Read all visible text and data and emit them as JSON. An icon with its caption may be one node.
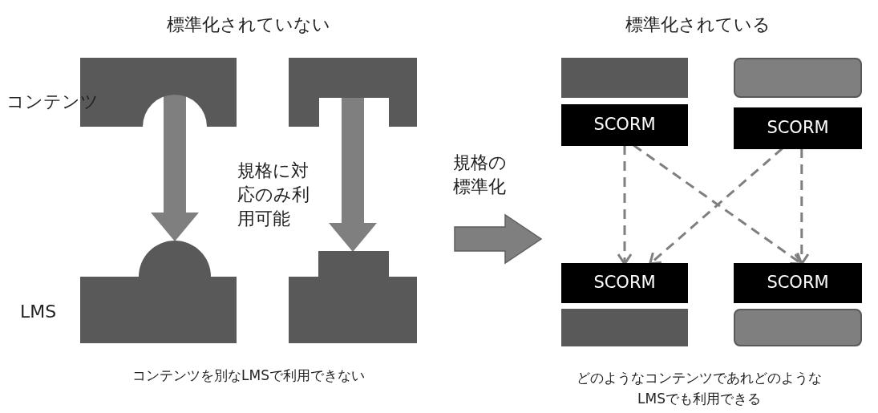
{
  "diagram": {
    "nodes": [
      {
        "text": [],
        "shape": "box"
      },
      {
        "text": [],
        "shape": "box"
      },
      {
        "text": [],
        "shape": "box"
      },
      {
        "text": [],
        "shape": "box"
      },
      {
        "text": [],
        "shape": "box"
      },
      {
        "text": [
          "SCORM"
        ]
      },
      {
        "text": [],
        "shape": "box"
      },
      {
        "text": [
          "SCORM"
        ]
      },
      {
        "text": [
          "SCORM"
        ]
      },
      {
        "text": [],
        "shape": "box"
      },
      {
        "text": [
          "SCORM"
        ]
      },
      {
        "text": [],
        "shape": "box"
      }
    ],
    "edges": [
      {
        "from": 0,
        "to": 2,
        "arrow": "to",
        "style": "thick"
      },
      {
        "from": 1,
        "to": 3,
        "arrow": "to",
        "style": "thick"
      },
      {
        "from": 5,
        "to": 8,
        "arrow": "to",
        "style": "dashed"
      },
      {
        "from": 5,
        "to": 10,
        "arrow": "to",
        "style": "dashed"
      },
      {
        "from": 7,
        "to": 8,
        "arrow": "to",
        "style": "dashed"
      },
      {
        "from": 7,
        "to": 10,
        "arrow": "to",
        "style": "dashed"
      }
    ],
    "labels": [
      "標準化されていない",
      "標準化されている",
      "コンテンツ",
      "規格に対応のみ利用可能",
      "規格の標準化",
      "LMS",
      "コンテンツを別なLMSで利用できない",
      "どのようなコンテンツであれどのようなLMSでも利用できる"
    ]
  }
}
